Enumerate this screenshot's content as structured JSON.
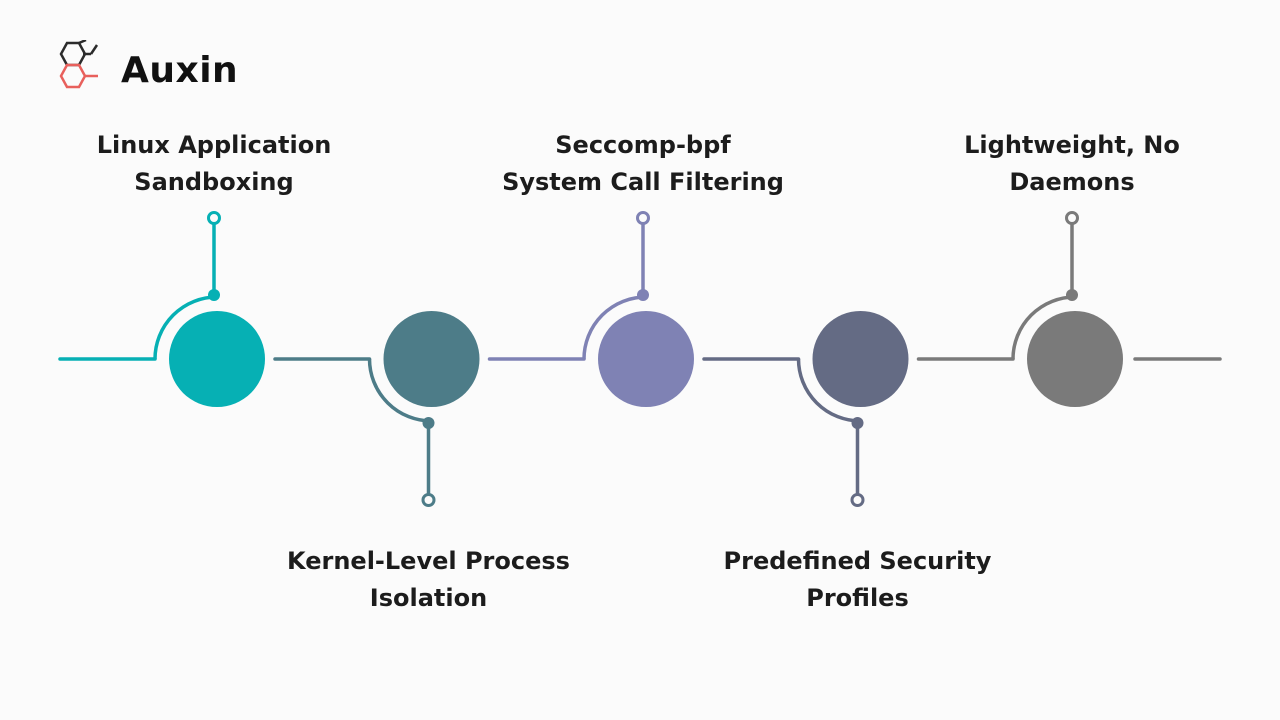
{
  "brand": {
    "name": "Auxin",
    "logo_icon": "hexagon-molecule-icon",
    "logo_colors": {
      "top": "#2b2b2b",
      "bottom": "#e8605c"
    }
  },
  "steps": [
    {
      "id": "linux-application-sandboxing",
      "lines": [
        "Linux Application",
        "Sandboxing"
      ],
      "position": "top",
      "color": "#06b0b4"
    },
    {
      "id": "kernel-level-process-isolation",
      "lines": [
        "Kernel-Level Process",
        "Isolation"
      ],
      "position": "bottom",
      "color": "#4d7c88"
    },
    {
      "id": "seccomp-bpf-system-call-filtering",
      "lines": [
        "Seccomp-bpf",
        "System Call Filtering"
      ],
      "position": "top",
      "color": "#7f82b4"
    },
    {
      "id": "predefined-security-profiles",
      "lines": [
        "Predefined Security",
        "Profiles"
      ],
      "position": "bottom",
      "color": "#646b84"
    },
    {
      "id": "lightweight-no-daemons",
      "lines": [
        "Lightweight, No",
        "Daemons"
      ],
      "position": "top",
      "color": "#7a7a7a"
    }
  ]
}
